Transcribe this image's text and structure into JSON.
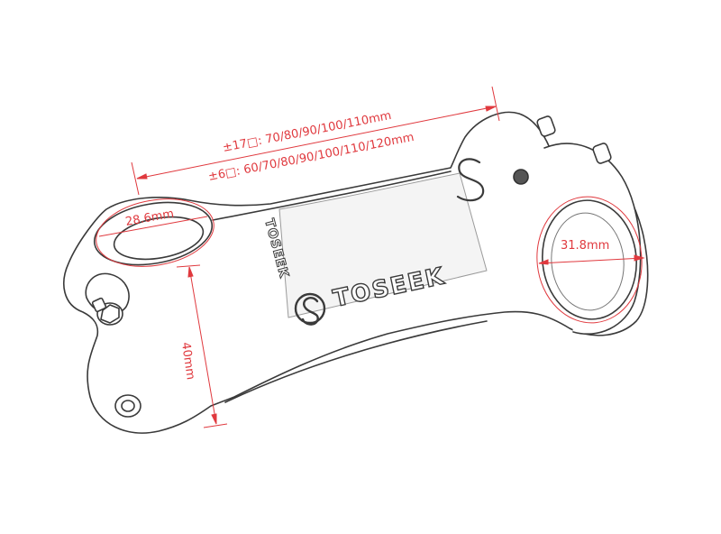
{
  "dimensions": {
    "length_17deg": "±17□: 70/80/90/100/110mm",
    "length_6deg": "±6□: 60/70/80/90/100/110/120mm",
    "steerer_diameter": "28.6mm",
    "clamp_height": "40mm",
    "bar_clamp_diameter": "31.8mm"
  },
  "brand": {
    "logo_text": "TOSEEK",
    "side_text": "TOSEEK"
  },
  "colors": {
    "dimension_red": "#e0393e",
    "outline": "#3a3a3a",
    "fill": "#ffffff"
  },
  "icons": {
    "logo": "toseek-s-logo-icon",
    "bolt": "hex-bolt-icon"
  }
}
